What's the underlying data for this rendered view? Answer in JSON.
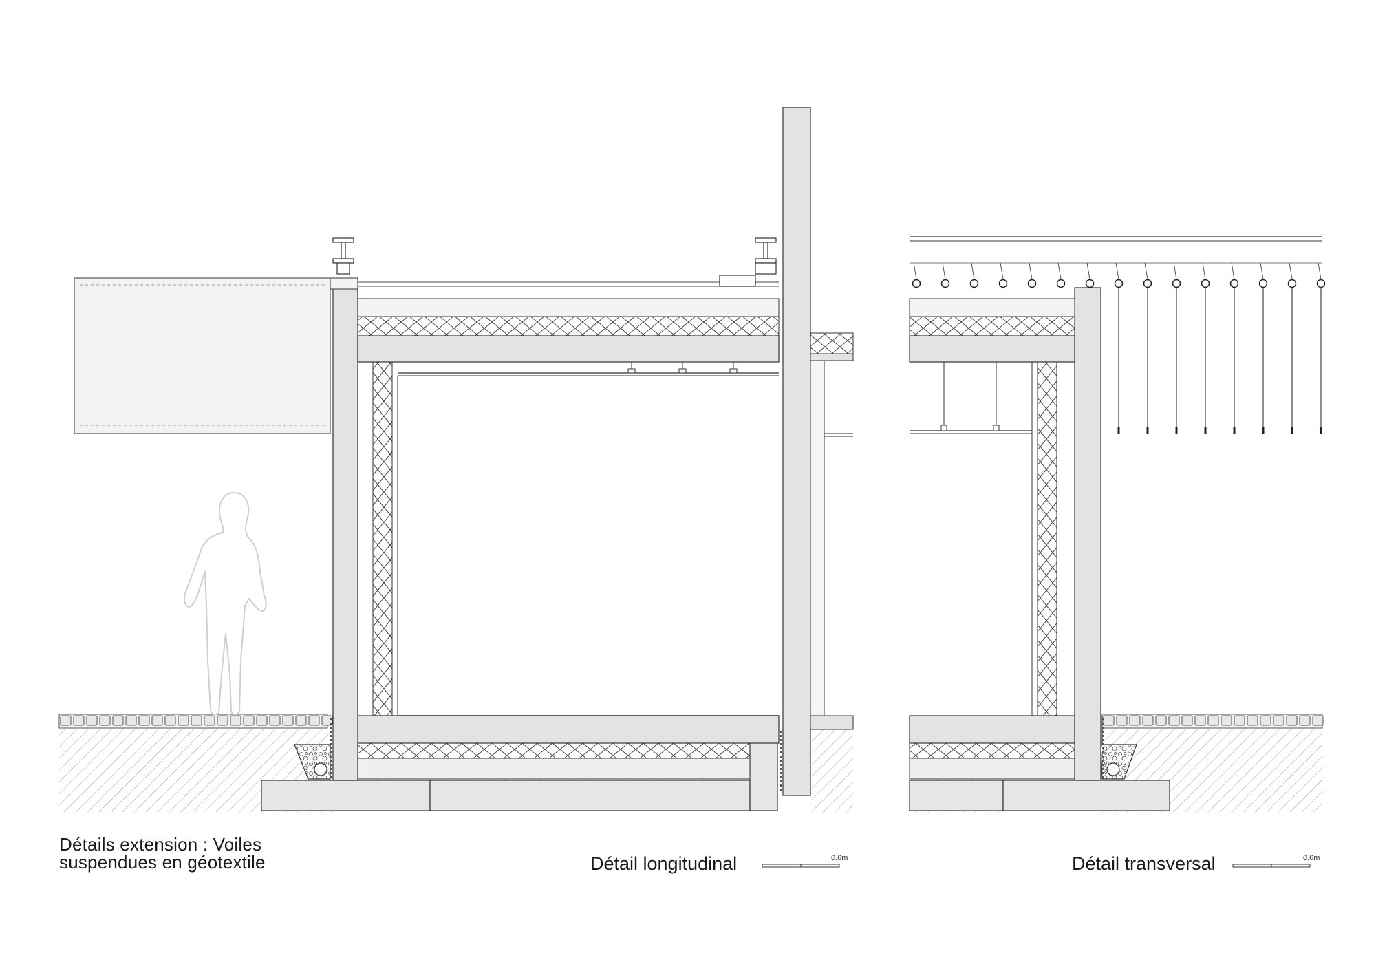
{
  "title": {
    "line1": "Détails extension : Voiles",
    "line2": "suspendues en géotextile"
  },
  "details": {
    "longitudinal": {
      "label": "Détail longitudinal",
      "scale": "0.6m"
    },
    "transversal": {
      "label": "Détail transversal",
      "scale": "0.6m"
    }
  },
  "colors": {
    "concrete": "#e3e3e3",
    "line": "#3a3a3a",
    "ground_hatch": "#8a8a8a",
    "figure": "#c8c8c8",
    "sail": "#f0f0f0"
  }
}
